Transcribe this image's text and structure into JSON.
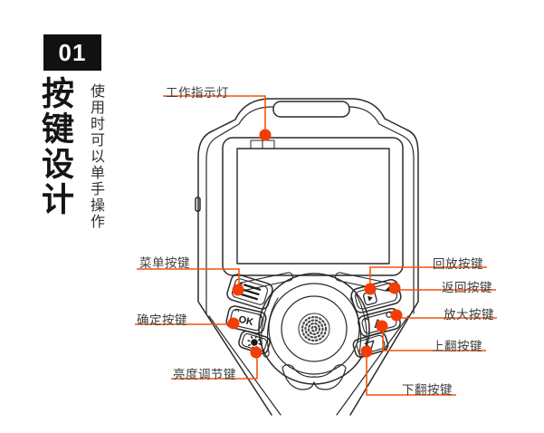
{
  "badge": {
    "number": "01"
  },
  "title": {
    "vertical_text": "按键设计"
  },
  "subtitle": {
    "vertical_text": "使用时可以单手操作"
  },
  "device": {
    "ok_button_text": "OK"
  },
  "labels": [
    {
      "id": "indicator",
      "text": "工作指示灯"
    },
    {
      "id": "menu",
      "text": "菜单按键"
    },
    {
      "id": "ok",
      "text": "确定按键"
    },
    {
      "id": "brightness",
      "text": "亮度调节键"
    },
    {
      "id": "playback",
      "text": "回放按键"
    },
    {
      "id": "back",
      "text": "返回按键"
    },
    {
      "id": "zoom",
      "text": "放大按键"
    },
    {
      "id": "page_up",
      "text": "上翻按键"
    },
    {
      "id": "page_down",
      "text": "下翻按键"
    }
  ],
  "icons": {
    "menu_icon": "hamburger-list-lines",
    "brightness_icon": "sun",
    "playback_icon": "play-triangle-in-box",
    "back_icon": "return-arrow",
    "zoom_icon": "magnifier",
    "page_up_icon": "triangle-up",
    "page_down_icon": "triangle-down",
    "speaker": "dotted-grille"
  },
  "colors": {
    "accent_orange": "#f44d05",
    "line_art": "#2a2a2a",
    "badge_bg": "#111111",
    "badge_text": "#ffffff",
    "label_text": "#3d3d3d"
  }
}
